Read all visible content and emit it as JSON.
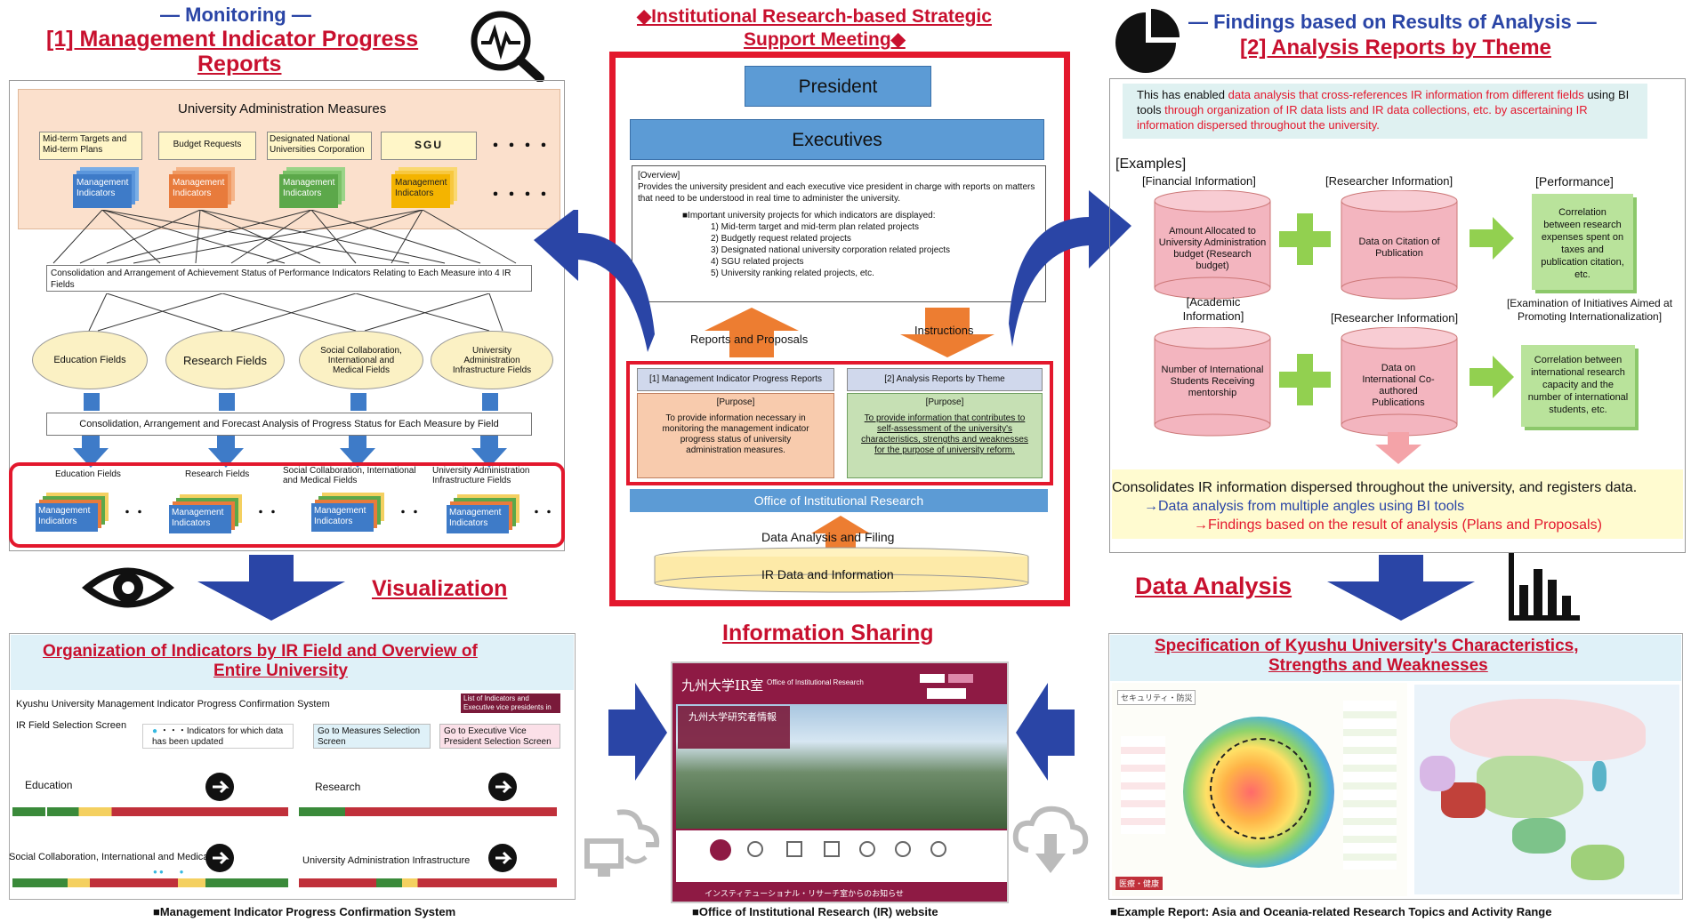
{
  "left": {
    "monitoring": "— Monitoring —",
    "title_line1": "[1] Management Indicator Progress",
    "title_line2": "Reports",
    "ua_measures": "University Administration Measures",
    "measures": [
      "Mid-term Targets and Mid-term Plans",
      "Budget Requests",
      "Designated National Universities Corporation",
      "SGU",
      "・・・・"
    ],
    "mgmt_indicators": "Management Indicators",
    "consolidation1": "Consolidation and Arrangement of Achievement Status of Performance Indicators Relating to Each Measure into 4 IR Fields",
    "fields": [
      "Education Fields",
      "Research Fields",
      "Social Collaboration, International and Medical Fields",
      "University Administration Infrastructure Fields"
    ],
    "consolidation2": "Consolidation, Arrangement and Forecast Analysis of Progress Status for Each Measure by Field",
    "bottom_fields": [
      "Education Fields",
      "Research Fields",
      "Social Collaboration, International and Medical Fields",
      "University Administration Infrastructure Fields"
    ],
    "visualization": "Visualization"
  },
  "center": {
    "title_line1": "◆Institutional Research-based Strategic",
    "title_line2": "Support Meeting◆",
    "president": "President",
    "executives": "Executives",
    "overview_tag": "[Overview]",
    "overview_text": "Provides the university president and each executive vice president in charge with reports on matters that need to be understood in real time to administer the university.",
    "important": "■Important university projects for which indicators are displayed:",
    "projects": [
      "1) Mid-term target and mid-term plan related projects",
      "2) Budgetly request related projects",
      "3) Designated national university corporation related projects",
      "4) SGU related projects",
      "5) University ranking related projects, etc."
    ],
    "reports_proposals": "Reports and Proposals",
    "instructions": "Instructions",
    "report1_title": "[1] Management Indicator Progress Reports",
    "report2_title": "[2] Analysis Reports by Theme",
    "purpose": "[Purpose]",
    "purpose1": "To provide information necessary in monitoring the management indicator progress status of university administration measures.",
    "purpose2": "To provide information that contributes to self-assessment of the university's characteristics, strengths and weaknesses for the purpose of university reform.",
    "office": "Office of Institutional Research",
    "data_analysis_filing": "Data Analysis and Filing",
    "ir_data": "IR Data and Information",
    "info_sharing": "Information Sharing"
  },
  "right": {
    "findings": "— Findings based on Results of Analysis —",
    "title": "[2] Analysis Reports by Theme",
    "intro_black1": "This has enabled ",
    "intro_red1": "data analysis that cross-references IR information from different",
    "intro_red2": "fields",
    "intro_black2": " using BI tools ",
    "intro_red3": "through organization of IR data lists and IR data collections, etc.",
    "intro_red4": "by ascertaining IR information dispersed throughout the university.",
    "examples": "[Examples]",
    "fin_info": "[Financial Information]",
    "res_info": "[Researcher Information]",
    "performance": "[Performance]",
    "amount": "Amount Allocated to University Administration budget (Research budget)",
    "citation": "Data on Citation of Publication",
    "corr1": "Correlation between research expenses spent on taxes and publication citation, etc.",
    "academic_info": "[Academic Information]",
    "res_info2": "[Researcher Information]",
    "exam_init": "[Examination of Initiatives Aimed at Promoting Internationalization]",
    "num_intl": "Number of International Students Receiving mentorship",
    "intl_coauth": "Data on International Co-authored Publications",
    "corr2": "Correlation between international research capacity and the number of international students, etc.",
    "consolidates": "Consolidates IR information dispersed throughout the university, and registers data.",
    "arrow_line1": "→Data analysis from multiple angles using BI tools",
    "arrow_line2": "→Findings based on the result of analysis (Plans and Proposals)",
    "data_analysis": "Data Analysis"
  },
  "bottom": {
    "left_title1": "Organization of Indicators by IR Field and Overview of",
    "left_title2": "Entire University",
    "sys_title": "Kyushu University Management Indicator Progress Confirmation System",
    "list_exec": "List of Indicators and Executive vice presidents in Charge",
    "ir_field_sel": "IR Field Selection Screen",
    "updated_note": "・・・Indicators for which data has been updated",
    "go_measures": "Go to Measures Selection Screen",
    "go_exec": "Go to Executive Vice President Selection Screen",
    "education": "Education",
    "research": "Research",
    "social": "Social Collaboration, International and Medical",
    "infra": "University Administration Infrastructure",
    "caption_left": "■Management Indicator Progress Confirmation System",
    "web_header": "九州大学IR室",
    "web_sub": "Office of Institutional Research",
    "web_banner": "九州大学研究者情報",
    "web_footer": "インスティテューショナル・リサーチ室からのお知らせ",
    "caption_center": "■Office of Institutional Research (IR) website",
    "right_title1": "Specification of Kyushu University's Characteristics,",
    "right_title2": "Strengths and Weaknesses",
    "security": "セキュリティ・防災",
    "medical": "医療・健康",
    "caption_right": "■Example Report: Asia and Oceania-related Research Topics and Activity Range"
  }
}
